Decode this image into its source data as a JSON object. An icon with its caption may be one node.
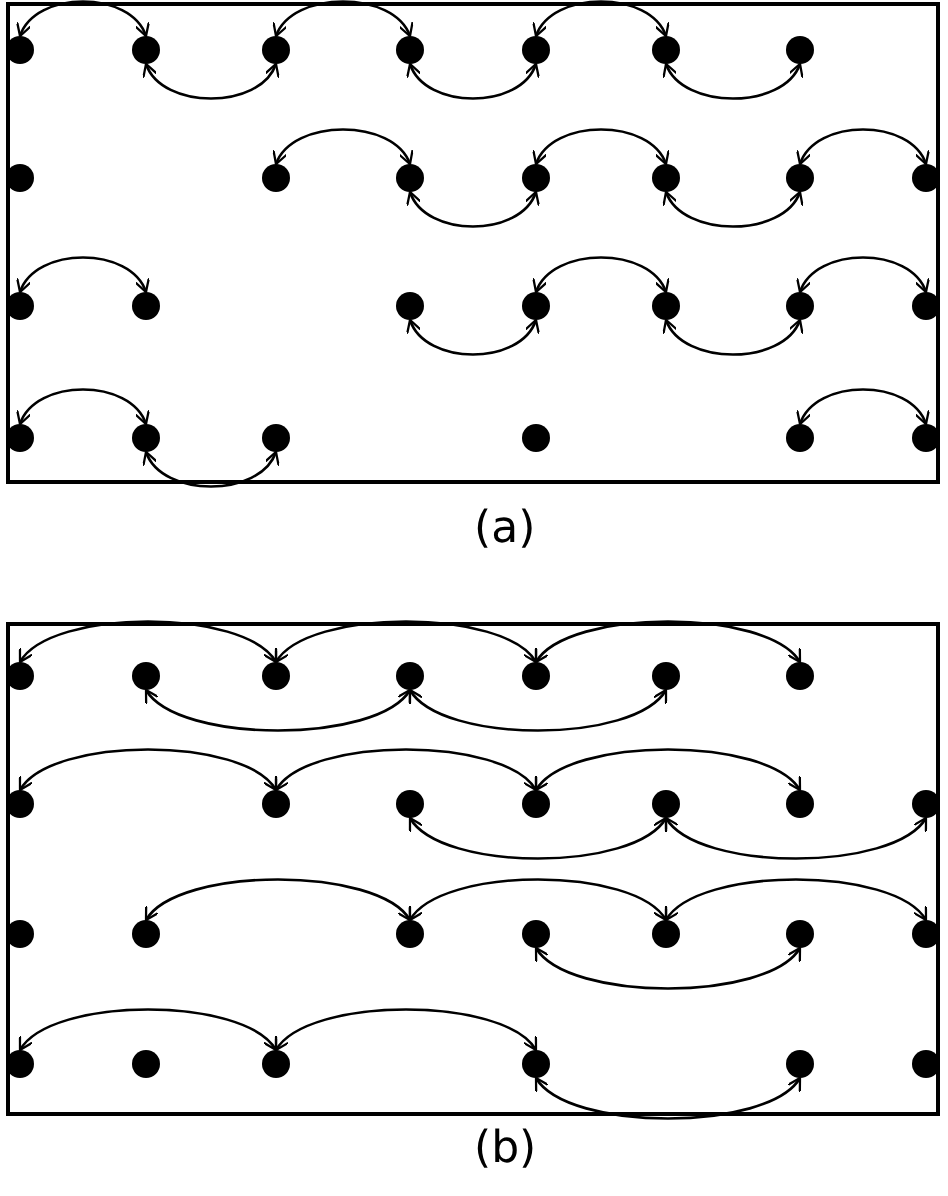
{
  "diagram": {
    "nodes": [
      {
        "text": [
          "(a)"
        ]
      },
      {
        "text": [],
        "shape": "circle",
        "in": 0
      },
      {
        "text": [],
        "shape": "circle",
        "in": 0
      },
      {
        "text": [],
        "shape": "circle",
        "in": 0
      },
      {
        "text": [],
        "shape": "circle",
        "in": 0
      },
      {
        "text": [],
        "shape": "circle",
        "in": 0
      },
      {
        "text": [],
        "shape": "circle",
        "in": 0
      },
      {
        "text": [],
        "shape": "circle",
        "in": 0
      },
      {
        "text": [],
        "shape": "circle",
        "in": 0
      },
      {
        "text": [],
        "shape": "circle",
        "in": 0
      },
      {
        "text": [],
        "shape": "circle",
        "in": 0
      },
      {
        "text": [],
        "shape": "circle",
        "in": 0
      },
      {
        "text": [],
        "shape": "circle",
        "in": 0
      },
      {
        "text": [],
        "shape": "circle",
        "in": 0
      },
      {
        "text": [],
        "shape": "circle",
        "in": 0
      },
      {
        "text": [],
        "shape": "circle",
        "in": 0
      },
      {
        "text": [],
        "shape": "circle",
        "in": 0
      },
      {
        "text": [],
        "shape": "circle",
        "in": 0
      },
      {
        "text": [],
        "shape": "circle",
        "in": 0
      },
      {
        "text": [],
        "shape": "circle",
        "in": 0
      },
      {
        "text": [],
        "shape": "circle",
        "in": 0
      },
      {
        "text": [],
        "shape": "circle",
        "in": 0
      },
      {
        "text": [],
        "shape": "circle",
        "in": 0
      },
      {
        "text": [],
        "shape": "circle",
        "in": 0
      },
      {
        "text": [],
        "shape": "circle",
        "in": 0
      },
      {
        "text": [],
        "shape": "circle",
        "in": 0
      },
      {
        "text": [],
        "shape": "circle",
        "in": 0
      },
      {
        "text": [],
        "shape": "circle",
        "in": 0
      },
      {
        "text": [
          "(b)"
        ]
      },
      {
        "text": [],
        "shape": "circle",
        "in": 28
      },
      {
        "text": [],
        "shape": "circle",
        "in": 28
      },
      {
        "text": [],
        "shape": "circle",
        "in": 28
      },
      {
        "text": [],
        "shape": "circle",
        "in": 28
      },
      {
        "text": [],
        "shape": "circle",
        "in": 28
      },
      {
        "text": [],
        "shape": "circle",
        "in": 28
      },
      {
        "text": [],
        "shape": "circle",
        "in": 28
      },
      {
        "text": [],
        "shape": "circle",
        "in": 28
      },
      {
        "text": [],
        "shape": "circle",
        "in": 28
      },
      {
        "text": [],
        "shape": "circle",
        "in": 28
      },
      {
        "text": [],
        "shape": "circle",
        "in": 28
      },
      {
        "text": [],
        "shape": "circle",
        "in": 28
      },
      {
        "text": [],
        "shape": "circle",
        "in": 28
      },
      {
        "text": [],
        "shape": "circle",
        "in": 28
      },
      {
        "text": [],
        "shape": "circle",
        "in": 28
      },
      {
        "text": [],
        "shape": "circle",
        "in": 28
      },
      {
        "text": [],
        "shape": "circle",
        "in": 28
      },
      {
        "text": [],
        "shape": "circle",
        "in": 28
      },
      {
        "text": [],
        "shape": "circle",
        "in": 28
      },
      {
        "text": [],
        "shape": "circle",
        "in": 28
      },
      {
        "text": [],
        "shape": "circle",
        "in": 28
      },
      {
        "text": [],
        "shape": "circle",
        "in": 28
      },
      {
        "text": [],
        "shape": "circle",
        "in": 28
      },
      {
        "text": [],
        "shape": "circle",
        "in": 28
      },
      {
        "text": [],
        "shape": "circle",
        "in": 28
      },
      {
        "text": [],
        "shape": "circle",
        "in": 28
      },
      {
        "text": [],
        "shape": "circle",
        "in": 28
      }
    ],
    "edges": [
      {
        "from": 1,
        "to": 2,
        "arrow": "both"
      },
      {
        "from": 2,
        "to": 3,
        "arrow": "both"
      },
      {
        "from": 3,
        "to": 4,
        "arrow": "both"
      },
      {
        "from": 4,
        "to": 5,
        "arrow": "both"
      },
      {
        "from": 5,
        "to": 6,
        "arrow": "both"
      },
      {
        "from": 6,
        "to": 7,
        "arrow": "both"
      },
      {
        "from": 9,
        "to": 10,
        "arrow": "both"
      },
      {
        "from": 10,
        "to": 11,
        "arrow": "both"
      },
      {
        "from": 11,
        "to": 12,
        "arrow": "both"
      },
      {
        "from": 12,
        "to": 13,
        "arrow": "both"
      },
      {
        "from": 13,
        "to": 14,
        "arrow": "both"
      },
      {
        "from": 15,
        "to": 16,
        "arrow": "both"
      },
      {
        "from": 17,
        "to": 18,
        "arrow": "both"
      },
      {
        "from": 18,
        "to": 19,
        "arrow": "both"
      },
      {
        "from": 19,
        "to": 20,
        "arrow": "both"
      },
      {
        "from": 20,
        "to": 21,
        "arrow": "both"
      },
      {
        "from": 22,
        "to": 23,
        "arrow": "both"
      },
      {
        "from": 23,
        "to": 24,
        "arrow": "both"
      },
      {
        "from": 26,
        "to": 27,
        "arrow": "both"
      },
      {
        "from": 29,
        "to": 31,
        "arrow": "both"
      },
      {
        "from": 31,
        "to": 33,
        "arrow": "both"
      },
      {
        "from": 33,
        "to": 35,
        "arrow": "both"
      },
      {
        "from": 30,
        "to": 32,
        "arrow": "both"
      },
      {
        "from": 32,
        "to": 34,
        "arrow": "both"
      },
      {
        "from": 36,
        "to": 37,
        "arrow": "both"
      },
      {
        "from": 37,
        "to": 39,
        "arrow": "both"
      },
      {
        "from": 39,
        "to": 41,
        "arrow": "both"
      },
      {
        "from": 38,
        "to": 40,
        "arrow": "both"
      },
      {
        "from": 40,
        "to": 42,
        "arrow": "both"
      },
      {
        "from": 44,
        "to": 45,
        "arrow": "both"
      },
      {
        "from": 45,
        "to": 47,
        "arrow": "both"
      },
      {
        "from": 47,
        "to": 49,
        "arrow": "both"
      },
      {
        "from": 46,
        "to": 48,
        "arrow": "both"
      },
      {
        "from": 50,
        "to": 52,
        "arrow": "both"
      },
      {
        "from": 52,
        "to": 53,
        "arrow": "both"
      },
      {
        "from": 53,
        "to": 54,
        "arrow": "both"
      }
    ]
  }
}
